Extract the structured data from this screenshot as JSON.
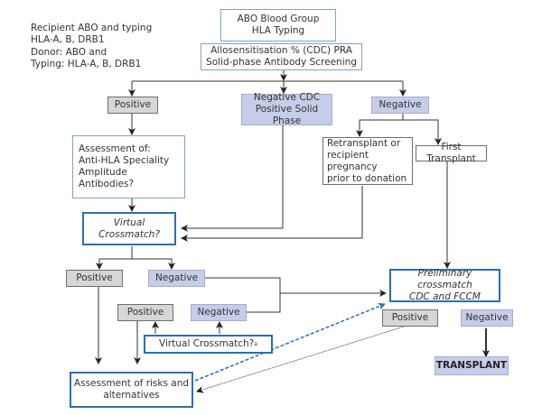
{
  "notes": "Recipient ABO and typing\nHLA-A, B, DRB1\nDonor: ABO and\nTyping: HLA-A, B, DRB1",
  "nodes": {
    "abo": "ABO Blood Group\nHLA Typing",
    "allo": "Allosensitisation % (CDC) PRA\nSolid-phase Antibody Screening",
    "pos1": "Positive",
    "negcdc": "Negative CDC\nPositive Solid Phase",
    "neg1": "Negative",
    "assess": "Assessment of:\nAnti-HLA Speciality\nAmplitude\nAntibodies?",
    "retrans": "Retransplant or\nrecipient pregnancy\nprior to donation",
    "first": "First Transplant",
    "vcm": "Virtual Crossmatch?",
    "pos2": "Positive",
    "neg2": "Negative",
    "prelim": "Preliminary crossmatch\nCDC and FCCM",
    "pos3": "Positive",
    "neg3": "Negative",
    "vcm2": "Virtual Crossmatch?",
    "vcm2_sup": "a",
    "pos4": "Positive",
    "neg4": "Negative",
    "risks": "Assessment of risks and\nalternatives",
    "transplant": "TRANSPLANT"
  },
  "colors": {
    "grey_fill": "#d6d6d6",
    "lavender_fill": "#c7cde8",
    "blue_border": "#2a6fb5",
    "dashed_blue": "#2a6fb5"
  }
}
